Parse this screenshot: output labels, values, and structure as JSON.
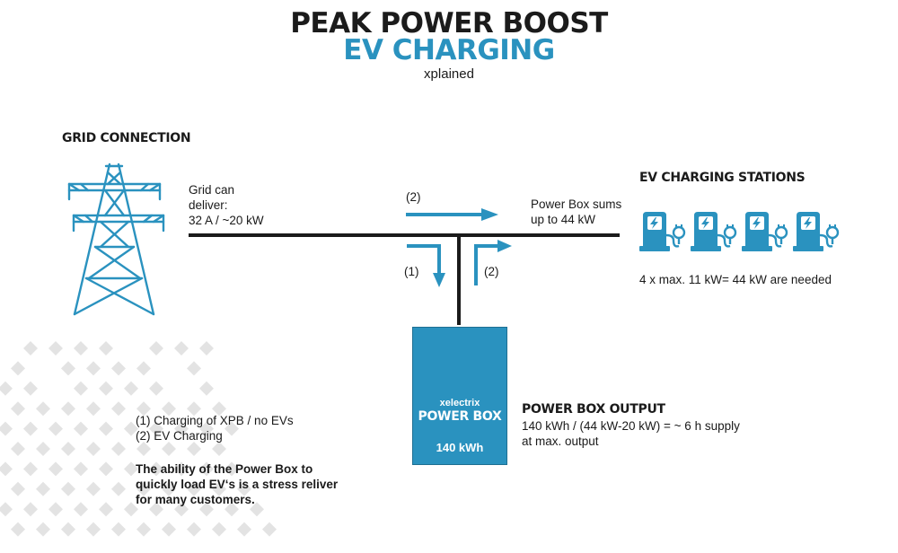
{
  "header": {
    "title_line1": "PEAK POWER BOOST",
    "title_line2": "EV CHARGING",
    "subtitle": "xplained"
  },
  "grid": {
    "heading": "GRID CONNECTION",
    "deliver_line1": "Grid can",
    "deliver_line2": "deliver:",
    "deliver_line3": "32 A / ~20 kW"
  },
  "flow": {
    "top_arrow_label": "(2)",
    "down_arrow_label": "(1)",
    "up_arrow_label": "(2)",
    "sum_line1": "Power Box sums",
    "sum_line2": "up to 44 kW"
  },
  "stations": {
    "heading": "EV CHARGING STATIONS",
    "count": 4,
    "note": "4 x max. 11 kW= 44 kW are needed"
  },
  "powerbox": {
    "brand": "xelectrix",
    "name": "POWER BOX",
    "capacity": "140 kWh"
  },
  "output": {
    "heading": "POWER BOX OUTPUT",
    "line1": "140 kWh / (44 kW-20 kW) = ~ 6 h supply",
    "line2": "at max. output"
  },
  "legend": {
    "item1": "(1) Charging of XPB / no EVs",
    "item2": "(2) EV Charging",
    "note_line1": "The ability of the Power Box to",
    "note_line2": "quickly load EV‘s is a stress reliver",
    "note_line3": "for many customers."
  },
  "colors": {
    "accent": "#2a92bf",
    "line": "#1b1b1b",
    "diamond": "#e3e3e3"
  },
  "icons": {
    "tower": "power-tower-icon",
    "station": "ev-charger-icon",
    "logo": "xelectrix-x-logo-icon"
  }
}
